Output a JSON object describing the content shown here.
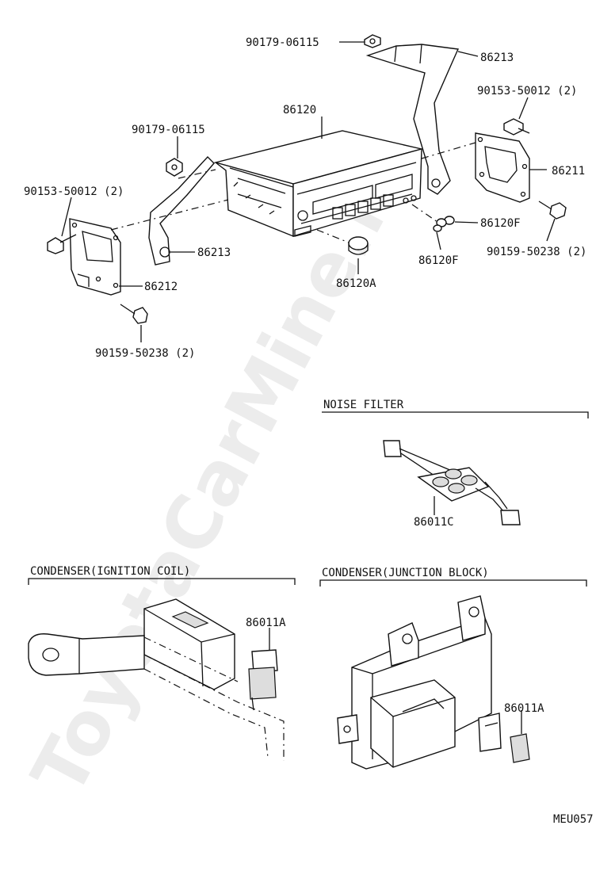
{
  "watermark": "ToyotaCarMine.ru",
  "diagram_code": "MEU057",
  "part_labels": {
    "p_90179_06115_top": "90179-06115",
    "p_86213_top": "86213",
    "p_90153_50012_right": "90153-50012 (2)",
    "p_86120": "86120",
    "p_90179_06115_left": "90179-06115",
    "p_86211": "86211",
    "p_90153_50012_left": "90153-50012 (2)",
    "p_86120F_a": "86120F",
    "p_86213_left": "86213",
    "p_90159_50238_right": "90159-50238 (2)",
    "p_86120F_b": "86120F",
    "p_86212": "86212",
    "p_86120A": "86120A",
    "p_90159_50238_left": "90159-50238 (2)",
    "p_86011C": "86011C",
    "p_86011A_left": "86011A",
    "p_86011A_right": "86011A"
  },
  "sections": {
    "noise_filter": "NOISE FILTER",
    "condenser_ignition": "CONDENSER(IGNITION COIL)",
    "condenser_junction": "CONDENSER(JUNCTION BLOCK)"
  }
}
